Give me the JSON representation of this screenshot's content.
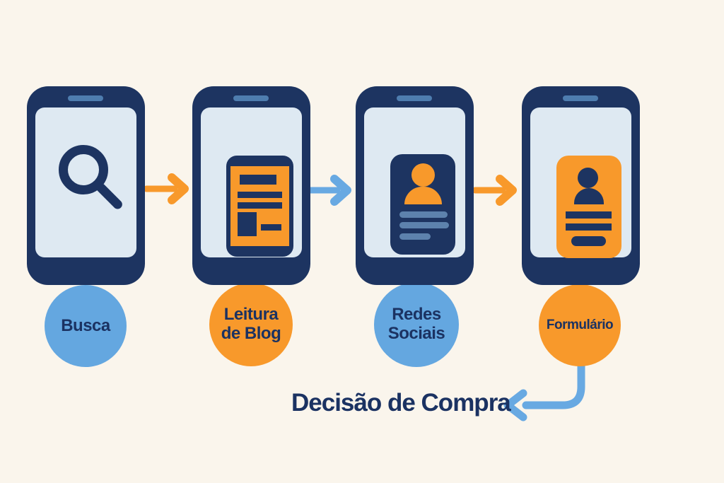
{
  "colors": {
    "background": "#FAF5EC",
    "phone_body": "#1D3461",
    "phone_screen": "#DEE9F2",
    "speaker": "#4E7DAF",
    "orange": "#F8992B",
    "blue": "#64A7E0",
    "arrow_blue": "#68A9E2",
    "card_line_blue": "#5D82AD",
    "text_navy": "#1B3262"
  },
  "stages": [
    {
      "label": "Busca",
      "icon": "search-icon",
      "badge_color": "#64A7E0"
    },
    {
      "label": "Leitura de Blog",
      "icon": "blog-article-icon",
      "badge_color": "#F8992B"
    },
    {
      "label": "Redes Sociais",
      "icon": "profile-card-icon",
      "badge_color": "#64A7E0"
    },
    {
      "label": "Formulário",
      "icon": "contact-form-icon",
      "badge_color": "#F8992B"
    }
  ],
  "connectors": [
    {
      "from": "Busca",
      "to": "Leitura de Blog",
      "color": "#F8992B",
      "shape": "straight-right"
    },
    {
      "from": "Leitura de Blog",
      "to": "Redes Sociais",
      "color": "#68A9E2",
      "shape": "straight-right"
    },
    {
      "from": "Redes Sociais",
      "to": "Formulário",
      "color": "#F8992B",
      "shape": "straight-right"
    },
    {
      "from": "Formulário",
      "to": "Decisão de Compra",
      "color": "#68A9E2",
      "shape": "elbow-down-left"
    }
  ],
  "outcome": {
    "label": "Decisão de Compra"
  }
}
